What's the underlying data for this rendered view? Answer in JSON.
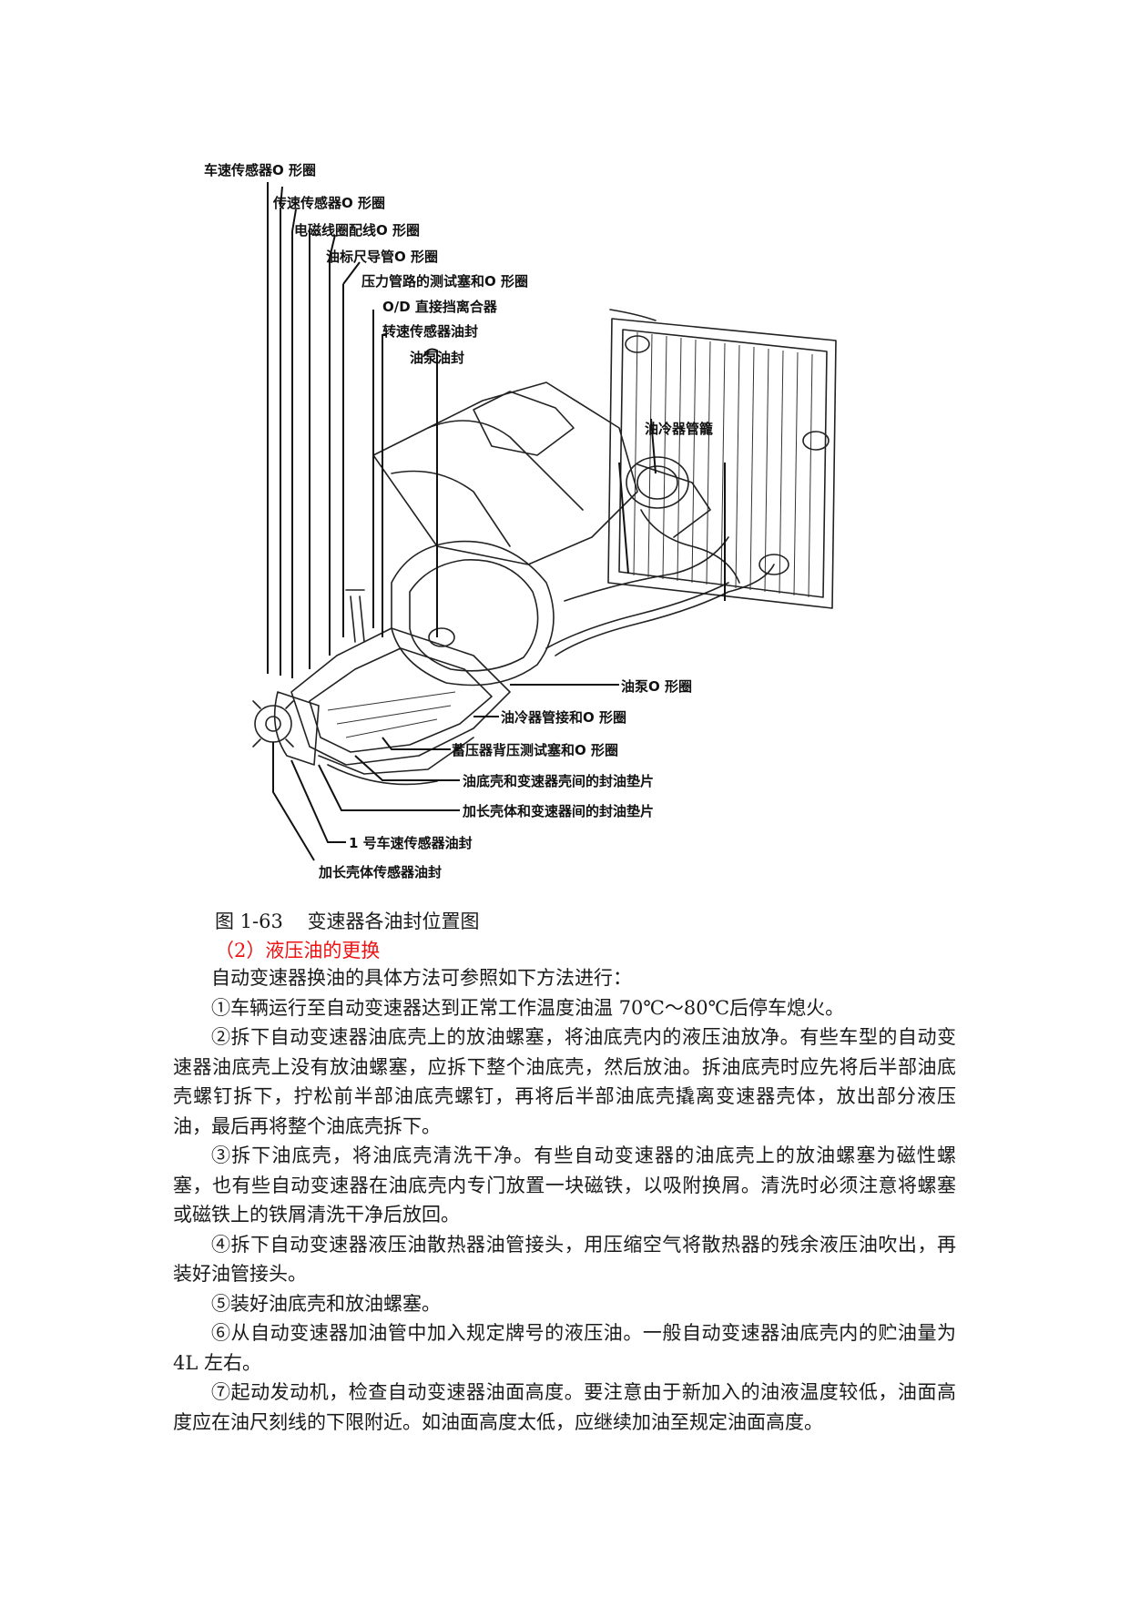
{
  "figure": {
    "labels": {
      "l1": "车速传感器O 形圈",
      "l2": "传速传感器O 形圈",
      "l3": "电磁线圈配线O 形圈",
      "l4": "油标尺导管O 形圈",
      "l5": "压力管路的测试塞和O 形圈",
      "l6": "O/D 直接挡离合器",
      "l7": "转速传感器油封",
      "l8": "油泵油封",
      "l9": "油冷器管籠",
      "l10": "油泵O 形圈",
      "l11": "油冷器管接和O 形圈",
      "l12": "蓄压器背压测试塞和O 形圈",
      "l13": "油底壳和变速器壳间的封油垫片",
      "l14": "加长壳体和变速器间的封油垫片",
      "l15": "1 号车速传感器油封",
      "l16": "加长壳体传感器油封"
    },
    "caption": "图 1-63    变速器各油封位置图"
  },
  "section": {
    "heading": "（2）液压油的更换",
    "paragraphs": [
      "自动变速器换油的具体方法可参照如下方法进行：",
      "①车辆运行至自动变速器达到正常工作温度油温 70℃～80℃后停车熄火。",
      "②拆下自动变速器油底壳上的放油螺塞，将油底壳内的液压油放净。有些车型的自动变速器油底壳上没有放油螺塞，应拆下整个油底壳，然后放油。拆油底壳时应先将后半部油底壳螺钉拆下，拧松前半部油底壳螺钉，再将后半部油底壳撬离变速器壳体，放出部分液压油，最后再将整个油底壳拆下。",
      "③拆下油底壳，将油底壳清洗干净。有些自动变速器的油底壳上的放油螺塞为磁性螺塞，也有些自动变速器在油底壳内专门放置一块磁铁，以吸附换屑。清洗时必须注意将螺塞或磁铁上的铁屑清洗干净后放回。",
      "④拆下自动变速器液压油散热器油管接头，用压缩空气将散热器的残余液压油吹出，再装好油管接头。",
      "⑤装好油底壳和放油螺塞。",
      "⑥从自动变速器加油管中加入规定牌号的液压油。一般自动变速器油底壳内的贮油量为 4L 左右。",
      "⑦起动发动机，检查自动变速器油面高度。要注意由于新加入的油液温度较低，油面高度应在油尺刻线的下限附近。如油面高度太低，应继续加油至规定油面高度。"
    ]
  }
}
